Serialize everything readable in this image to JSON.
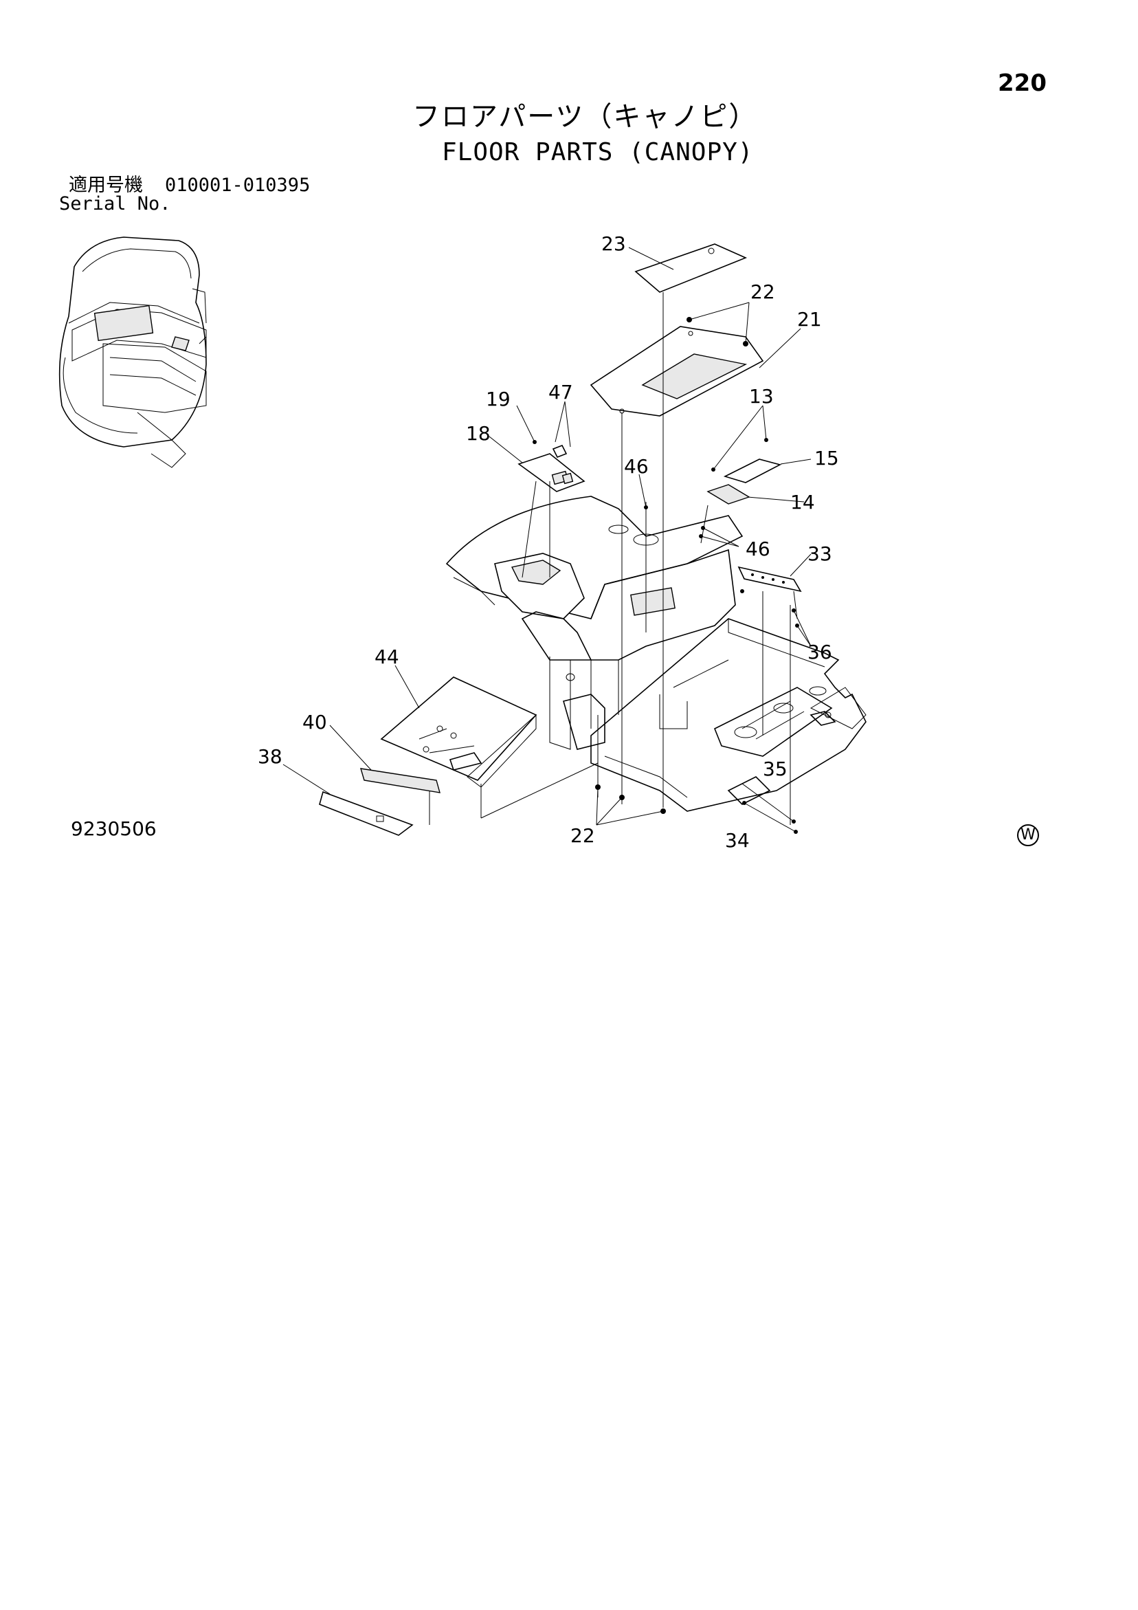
{
  "page_number": "220",
  "title_jp": "フロアパーツ（キャノピ）",
  "title_en": "FLOOR PARTS (CANOPY)",
  "serial": {
    "label_jp": "適用号機",
    "range": "010001-010395",
    "label_en": "Serial No."
  },
  "figure_code": "9230506",
  "mark": "W",
  "callouts": {
    "c13": "13",
    "c14": "14",
    "c15": "15",
    "c18": "18",
    "c19": "19",
    "c21": "21",
    "c22a": "22",
    "c22b": "22",
    "c23": "23",
    "c33": "33",
    "c34": "34",
    "c35": "35",
    "c36": "36",
    "c38": "38",
    "c40": "40",
    "c44": "44",
    "c46a": "46",
    "c46b": "46",
    "c47": "47"
  }
}
